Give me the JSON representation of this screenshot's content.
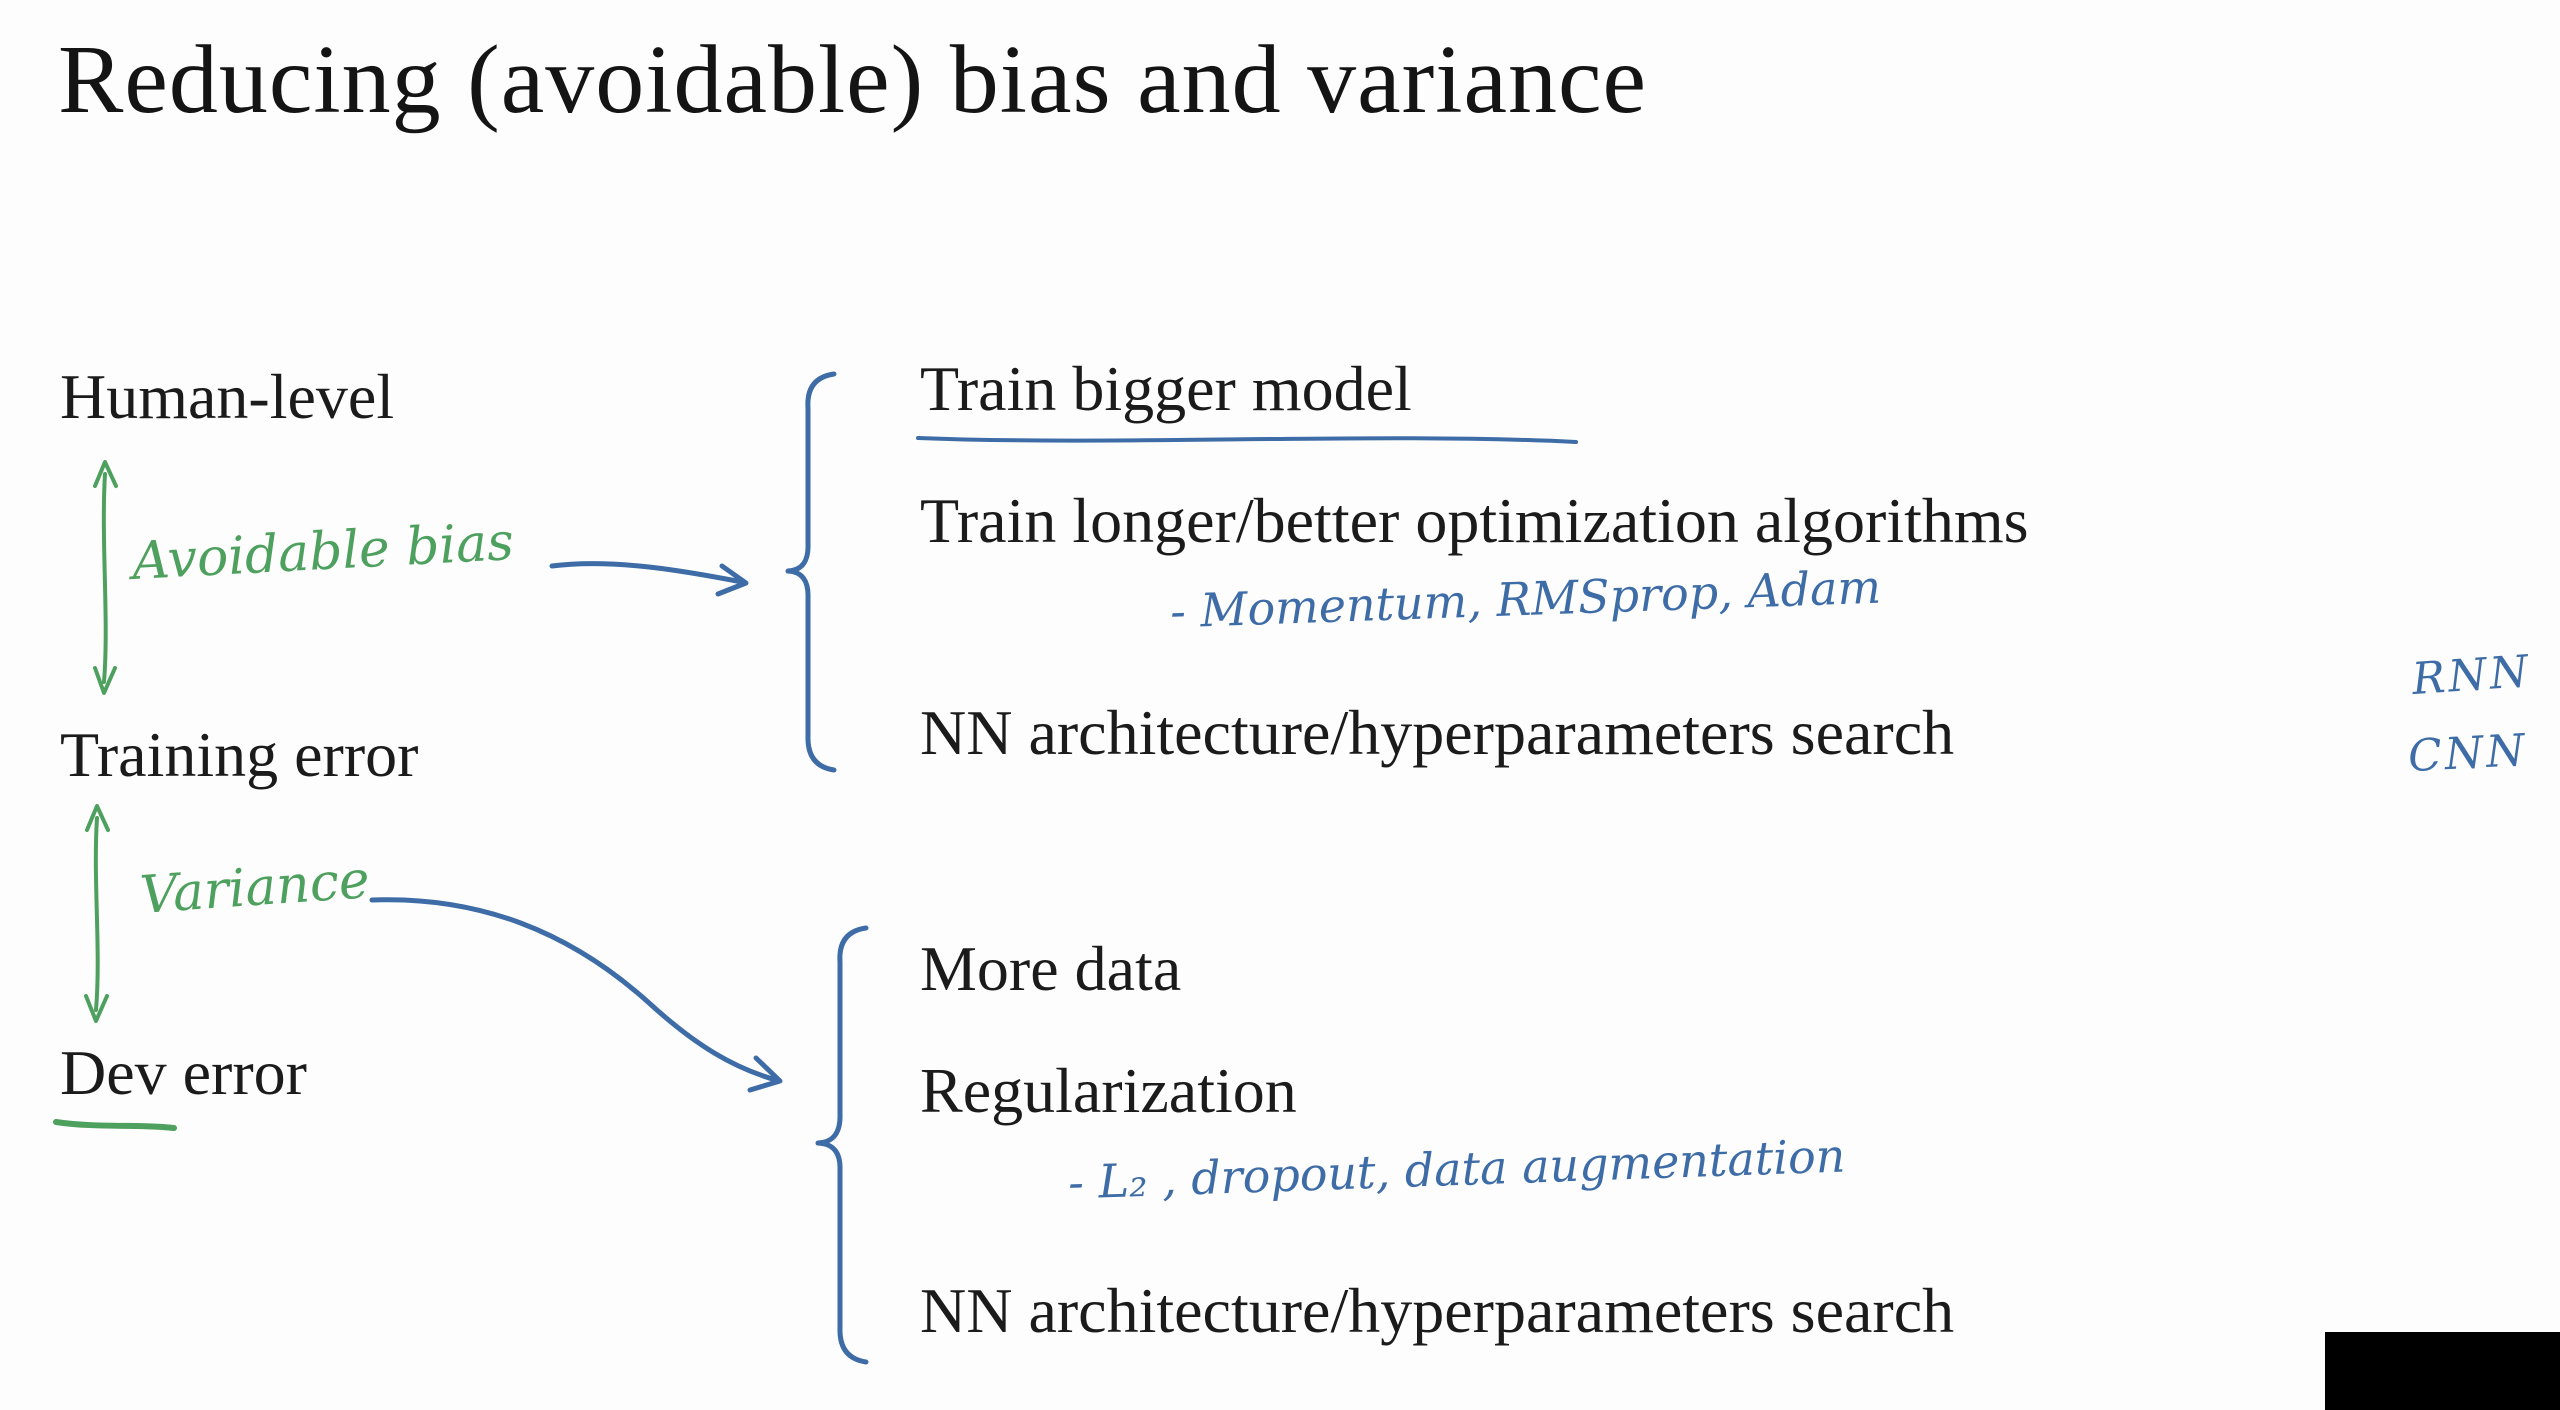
{
  "slide": {
    "title": "Reducing (avoidable) bias and variance",
    "left": {
      "human_level": "Human-level",
      "avoidable_bias_label": "Avoidable bias",
      "training_error": "Training error",
      "variance_label": "Variance",
      "dev_error": "Dev error"
    },
    "bias_remedies": {
      "items": [
        "Train bigger model",
        "Train longer/better optimization algorithms",
        "NN architecture/hyperparameters search"
      ],
      "note": "- Momentum, RMSprop, Adam",
      "rnn": "RNN",
      "cnn": "CNN"
    },
    "variance_remedies": {
      "items": [
        "More data",
        "Regularization",
        "NN architecture/hyperparameters search"
      ],
      "note": "- L₂ , dropout, data augmentation"
    },
    "colors": {
      "ink": "#1b1b1b",
      "handwriting_green": "#4ea05e",
      "handwriting_blue": "#3e6ca6"
    }
  }
}
